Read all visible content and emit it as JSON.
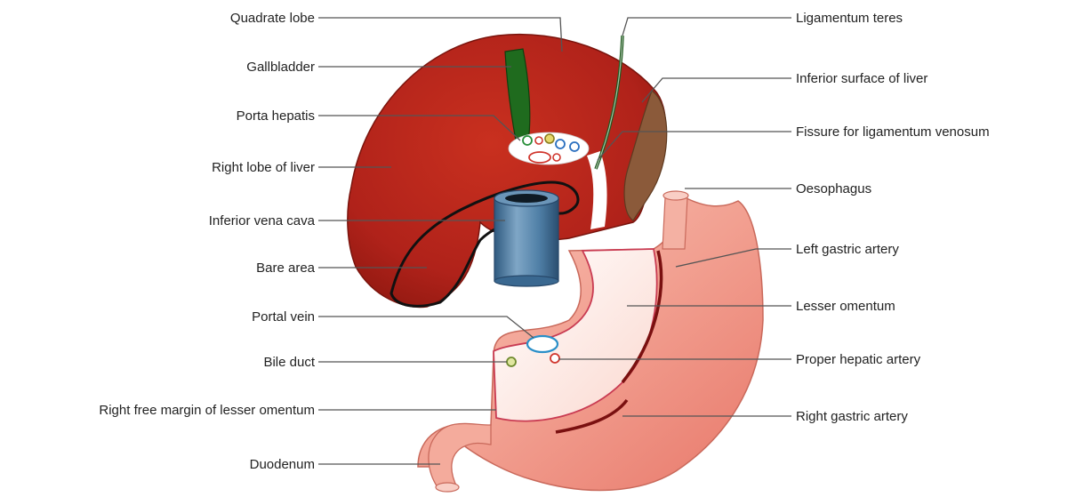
{
  "colors": {
    "liver": "#b8231b",
    "liver_dark": "#8f1810",
    "gallbladder": "#1f6b1e",
    "vena_cava": "#4f7fa6",
    "stomach": "#f2a89b",
    "artery": "#8a1414",
    "leader": "#555555"
  },
  "labels_left": [
    {
      "id": "quadrate-lobe",
      "text": "Quadrate lobe"
    },
    {
      "id": "gallbladder",
      "text": "Gallbladder"
    },
    {
      "id": "porta-hepatis",
      "text": "Porta hepatis"
    },
    {
      "id": "right-lobe-of-liver",
      "text": "Right lobe of liver"
    },
    {
      "id": "inferior-vena-cava",
      "text": "Inferior vena cava"
    },
    {
      "id": "bare-area",
      "text": "Bare area"
    },
    {
      "id": "portal-vein",
      "text": "Portal vein"
    },
    {
      "id": "bile-duct",
      "text": "Bile duct"
    },
    {
      "id": "right-free-margin",
      "text": "Right free margin of lesser omentum"
    },
    {
      "id": "duodenum",
      "text": "Duodenum"
    }
  ],
  "labels_right": [
    {
      "id": "ligamentum-teres",
      "text": "Ligamentum teres"
    },
    {
      "id": "inferior-surface-of-liver",
      "text": "Inferior surface of liver"
    },
    {
      "id": "fissure-ligamentum-venosum",
      "text": "Fissure for ligamentum venosum"
    },
    {
      "id": "oesophagus",
      "text": "Oesophagus"
    },
    {
      "id": "left-gastric-artery",
      "text": "Left gastric artery"
    },
    {
      "id": "lesser-omentum",
      "text": "Lesser omentum"
    },
    {
      "id": "proper-hepatic-artery",
      "text": "Proper hepatic artery"
    },
    {
      "id": "right-gastric-artery",
      "text": "Right gastric artery"
    }
  ]
}
